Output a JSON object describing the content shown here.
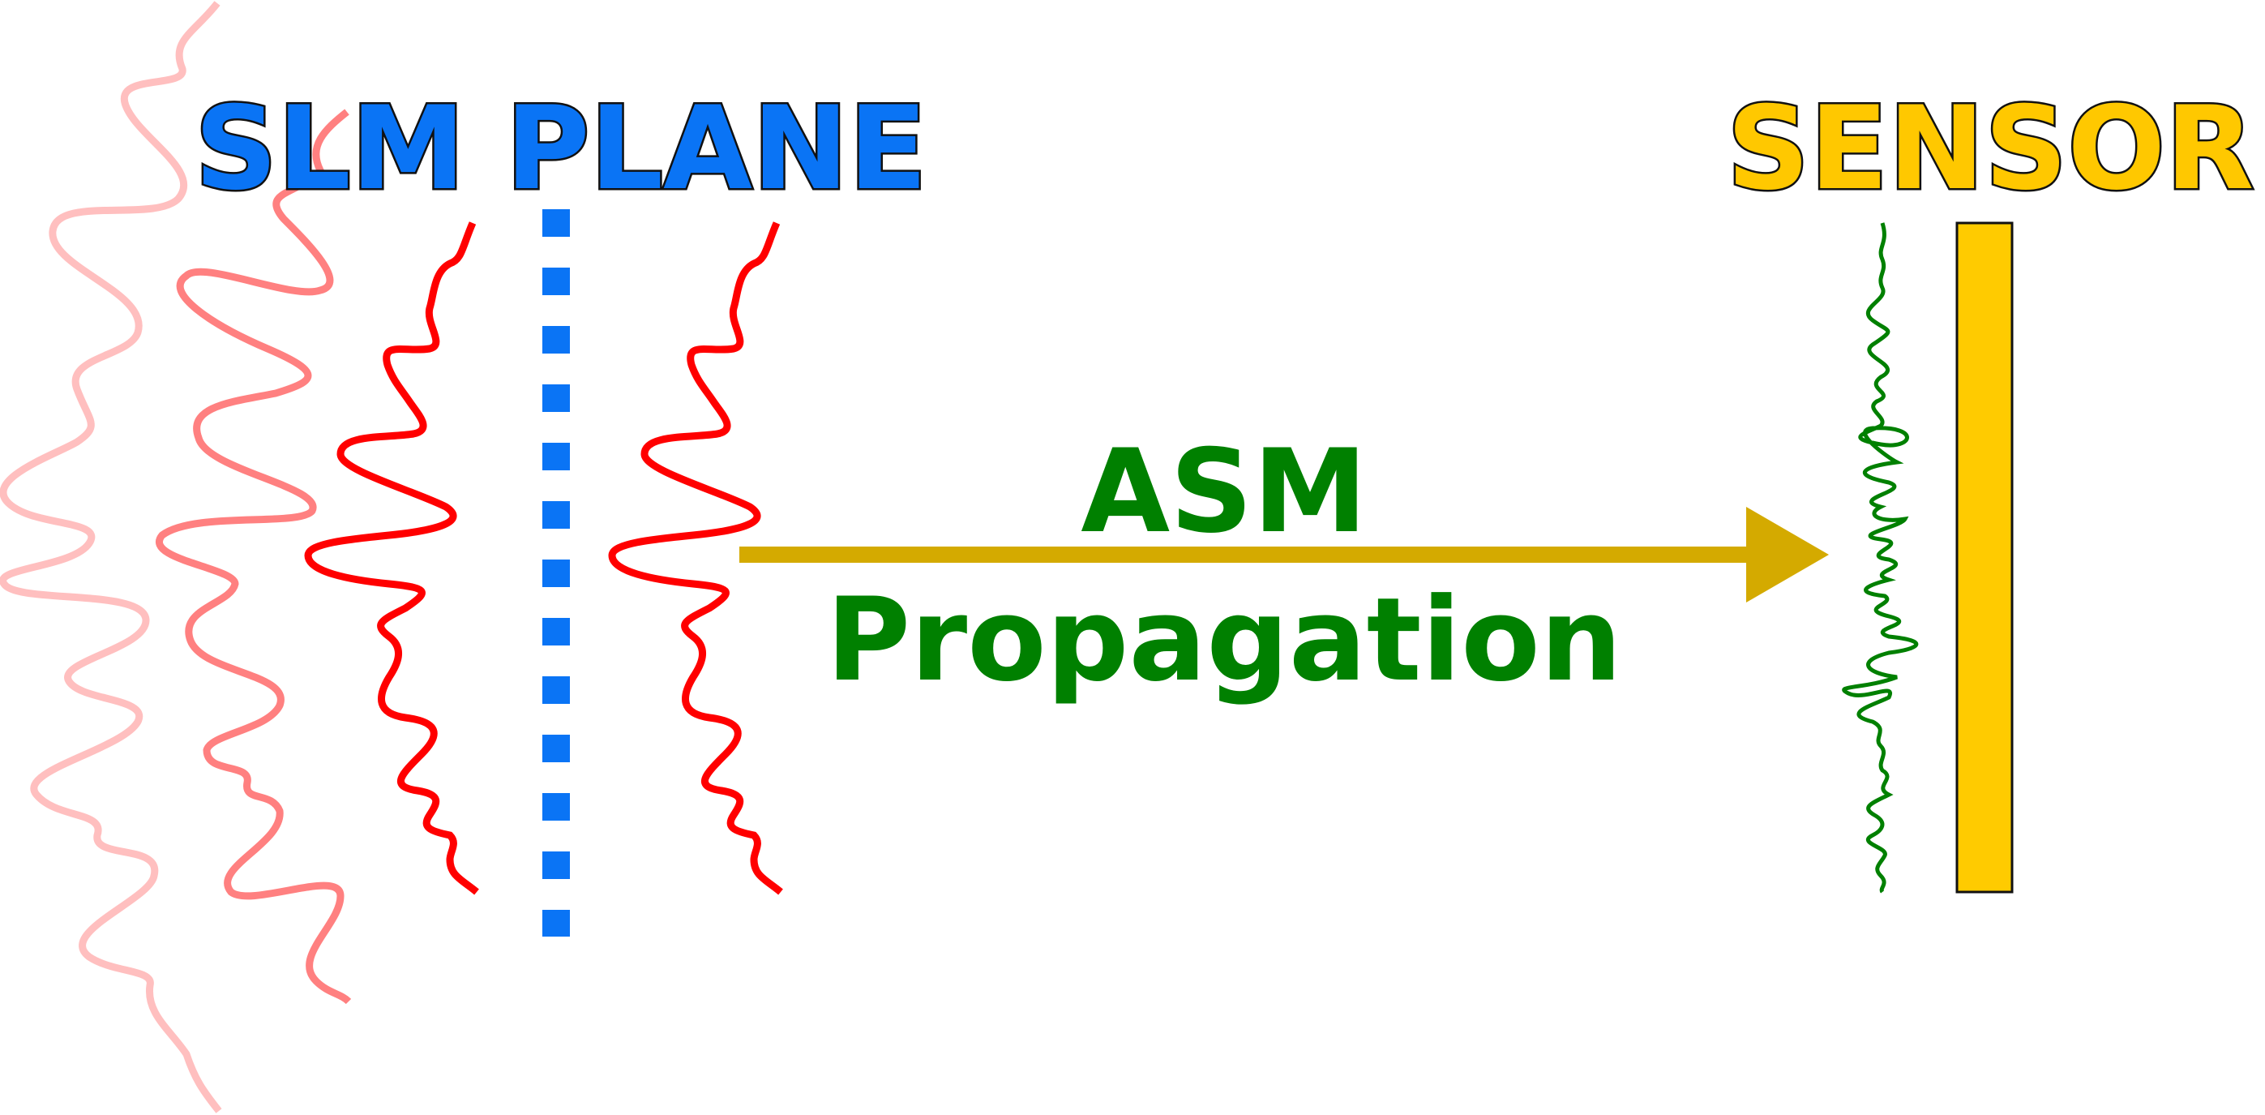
{
  "labels": {
    "slm_plane": "SLM PLANE",
    "sensor": "SENSOR",
    "asm_line1": "ASM",
    "asm_line2": "Propagation"
  },
  "colors": {
    "slm_text": "#0a74f5",
    "sensor_text": "#ffc800",
    "sensor_bar": "#ffcb00",
    "arrow": "#d4aa00",
    "asm_text": "#008000",
    "wave_red": "#ff0000",
    "wave_mid": "#ff8080",
    "wave_light": "#ffbfbf",
    "wave_green": "#008000",
    "slm_dash": "#0a74f5",
    "outline": "#111111"
  },
  "icons": {
    "slm_plane": "dashed-vertical-line",
    "sensor": "vertical-bar",
    "propagation": "right-arrow"
  }
}
